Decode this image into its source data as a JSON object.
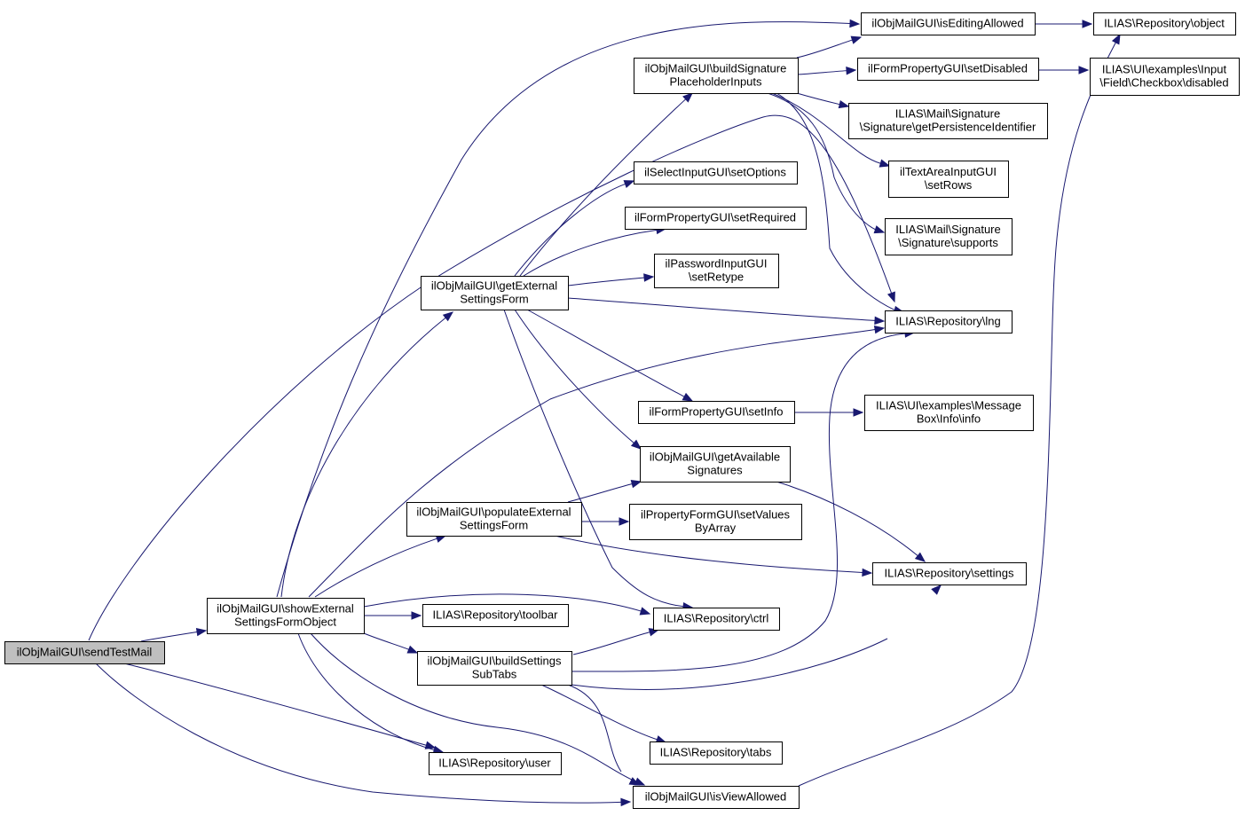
{
  "colors": {
    "edge": "#191970",
    "root_fill": "#bfbfbf",
    "node_fill": "#ffffff",
    "node_border": "#000000"
  },
  "nodes": [
    {
      "id": "sendTestMail",
      "lines": [
        "ilObjMailGUI\\sendTestMail"
      ],
      "root": true
    },
    {
      "id": "showExt",
      "lines": [
        "ilObjMailGUI\\showExternal",
        "SettingsFormObject"
      ]
    },
    {
      "id": "isEditing",
      "lines": [
        "ilObjMailGUI\\isEditingAllowed"
      ]
    },
    {
      "id": "repoObject",
      "lines": [
        "ILIAS\\Repository\\object"
      ]
    },
    {
      "id": "buildSig",
      "lines": [
        "ilObjMailGUI\\buildSignature",
        "PlaceholderInputs"
      ]
    },
    {
      "id": "setDisabled",
      "lines": [
        "ilFormPropertyGUI\\setDisabled"
      ]
    },
    {
      "id": "cbDisabled",
      "lines": [
        "ILIAS\\UI\\examples\\Input",
        "\\Field\\Checkbox\\disabled"
      ]
    },
    {
      "id": "getPersist",
      "lines": [
        "ILIAS\\Mail\\Signature",
        "\\Signature\\getPersistenceIdentifier"
      ]
    },
    {
      "id": "setOptions",
      "lines": [
        "ilSelectInputGUI\\setOptions"
      ]
    },
    {
      "id": "setRows",
      "lines": [
        "ilTextAreaInputGUI",
        "\\setRows"
      ]
    },
    {
      "id": "setRequired",
      "lines": [
        "ilFormPropertyGUI\\setRequired"
      ]
    },
    {
      "id": "supports",
      "lines": [
        "ILIAS\\Mail\\Signature",
        "\\Signature\\supports"
      ]
    },
    {
      "id": "setRetype",
      "lines": [
        "ilPasswordInputGUI",
        "\\setRetype"
      ]
    },
    {
      "id": "getExtForm",
      "lines": [
        "ilObjMailGUI\\getExternal",
        "SettingsForm"
      ]
    },
    {
      "id": "lng",
      "lines": [
        "ILIAS\\Repository\\lng"
      ]
    },
    {
      "id": "setInfo",
      "lines": [
        "ilFormPropertyGUI\\setInfo"
      ]
    },
    {
      "id": "msgInfo",
      "lines": [
        "ILIAS\\UI\\examples\\Message",
        "Box\\Info\\info"
      ]
    },
    {
      "id": "getAvail",
      "lines": [
        "ilObjMailGUI\\getAvailable",
        "Signatures"
      ]
    },
    {
      "id": "populate",
      "lines": [
        "ilObjMailGUI\\populateExternal",
        "SettingsForm"
      ]
    },
    {
      "id": "setValues",
      "lines": [
        "ilPropertyFormGUI\\setValues",
        "ByArray"
      ]
    },
    {
      "id": "settings",
      "lines": [
        "ILIAS\\Repository\\settings"
      ]
    },
    {
      "id": "toolbar",
      "lines": [
        "ILIAS\\Repository\\toolbar"
      ]
    },
    {
      "id": "ctrl",
      "lines": [
        "ILIAS\\Repository\\ctrl"
      ]
    },
    {
      "id": "subTabs",
      "lines": [
        "ilObjMailGUI\\buildSettings",
        "SubTabs"
      ]
    },
    {
      "id": "tabs",
      "lines": [
        "ILIAS\\Repository\\tabs"
      ]
    },
    {
      "id": "user",
      "lines": [
        "ILIAS\\Repository\\user"
      ]
    },
    {
      "id": "isView",
      "lines": [
        "ilObjMailGUI\\isViewAllowed"
      ]
    }
  ],
  "edges": [
    {
      "from": "sendTestMail",
      "to": "showExt"
    },
    {
      "from": "sendTestMail",
      "to": "lng"
    },
    {
      "from": "sendTestMail",
      "to": "user"
    },
    {
      "from": "sendTestMail",
      "to": "isView"
    },
    {
      "from": "showExt",
      "to": "isEditing"
    },
    {
      "from": "showExt",
      "to": "getExtForm"
    },
    {
      "from": "showExt",
      "to": "lng"
    },
    {
      "from": "showExt",
      "to": "populate"
    },
    {
      "from": "showExt",
      "to": "toolbar"
    },
    {
      "from": "showExt",
      "to": "ctrl"
    },
    {
      "from": "showExt",
      "to": "subTabs"
    },
    {
      "from": "showExt",
      "to": "user"
    },
    {
      "from": "showExt",
      "to": "isView"
    },
    {
      "from": "isEditing",
      "to": "repoObject"
    },
    {
      "from": "buildSig",
      "to": "isEditing"
    },
    {
      "from": "buildSig",
      "to": "setDisabled"
    },
    {
      "from": "buildSig",
      "to": "getPersist"
    },
    {
      "from": "buildSig",
      "to": "setRows"
    },
    {
      "from": "buildSig",
      "to": "supports"
    },
    {
      "from": "buildSig",
      "to": "lng"
    },
    {
      "from": "setDisabled",
      "to": "cbDisabled"
    },
    {
      "from": "getExtForm",
      "to": "buildSig"
    },
    {
      "from": "getExtForm",
      "to": "setOptions"
    },
    {
      "from": "getExtForm",
      "to": "setRequired"
    },
    {
      "from": "getExtForm",
      "to": "setRetype"
    },
    {
      "from": "getExtForm",
      "to": "lng"
    },
    {
      "from": "getExtForm",
      "to": "setInfo"
    },
    {
      "from": "getExtForm",
      "to": "getAvail"
    },
    {
      "from": "getExtForm",
      "to": "ctrl"
    },
    {
      "from": "setInfo",
      "to": "msgInfo"
    },
    {
      "from": "getAvail",
      "to": "settings"
    },
    {
      "from": "populate",
      "to": "getAvail"
    },
    {
      "from": "populate",
      "to": "setValues"
    },
    {
      "from": "populate",
      "to": "settings"
    },
    {
      "from": "subTabs",
      "to": "ctrl"
    },
    {
      "from": "subTabs",
      "to": "lng"
    },
    {
      "from": "subTabs",
      "to": "settings"
    },
    {
      "from": "subTabs",
      "to": "tabs"
    },
    {
      "from": "subTabs",
      "to": "isView"
    },
    {
      "from": "isView",
      "to": "repoObject"
    }
  ]
}
